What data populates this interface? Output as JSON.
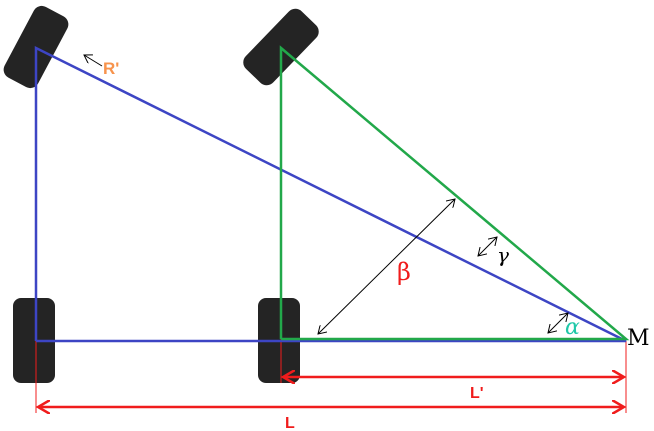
{
  "labels": {
    "r_prime": "R'",
    "beta": "β",
    "gamma": "γ",
    "alpha": "α",
    "m": "M",
    "l_prime": "L'",
    "l": "L"
  },
  "colors": {
    "blue": "#3d45c4",
    "green": "#22a84a",
    "red": "#f01c1c",
    "orange": "#f7934c",
    "teal": "#1fc7a8",
    "wheel": "#242424"
  }
}
